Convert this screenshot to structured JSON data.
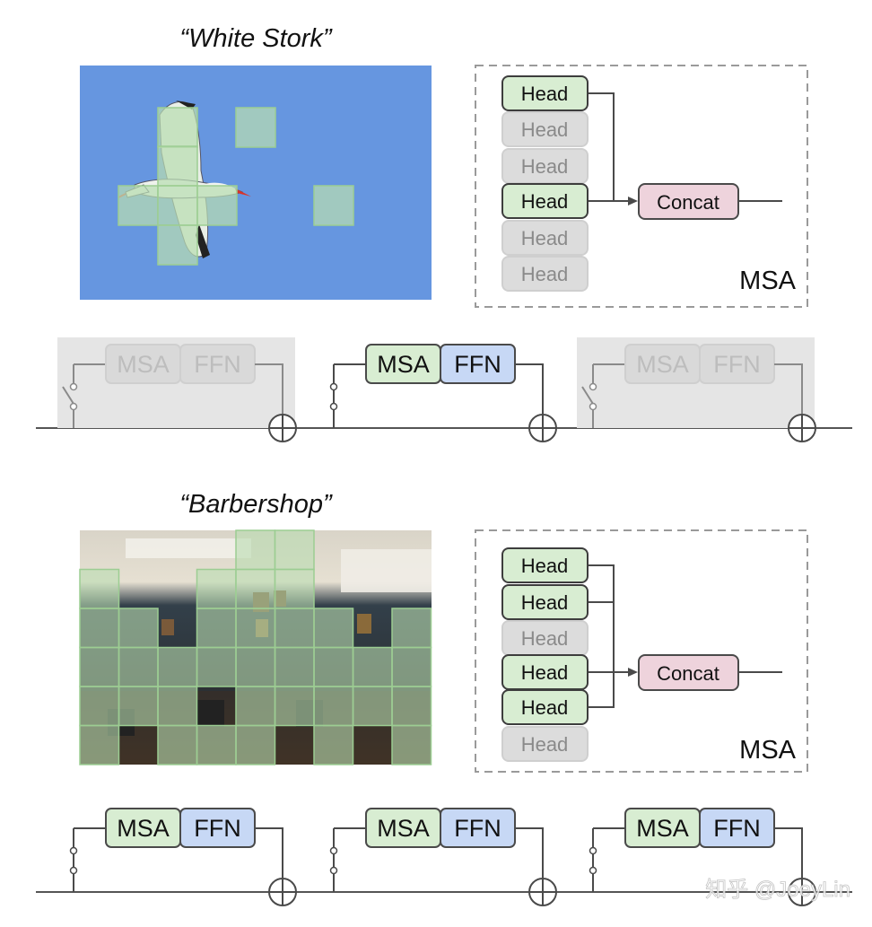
{
  "colors": {
    "head_active_fill": "#d8edd2",
    "head_active_stroke": "#3d3d3d",
    "head_inactive_fill": "#dcdcdc",
    "head_inactive_stroke": "#cfcfcf",
    "head_inactive_text": "#8a8a8a",
    "concat_fill": "#eed3dc",
    "msa_fill": "#d8edd2",
    "ffn_fill": "#c7d8f5",
    "skipped_block_bg": "#e5e5e5",
    "sky": "#6696e0",
    "patch_fill": "#b9dcb1",
    "patch_stroke": "#9ccd92"
  },
  "top": {
    "caption": "“White Stork”",
    "msa_panel": {
      "label": "MSA",
      "concat_label": "Concat",
      "heads": [
        {
          "label": "Head",
          "active": true
        },
        {
          "label": "Head",
          "active": false
        },
        {
          "label": "Head",
          "active": false
        },
        {
          "label": "Head",
          "active": true
        },
        {
          "label": "Head",
          "active": false
        },
        {
          "label": "Head",
          "active": false
        }
      ]
    },
    "blocks": [
      {
        "msa_label": "MSA",
        "ffn_label": "FFN",
        "skipped": true
      },
      {
        "msa_label": "MSA",
        "ffn_label": "FFN",
        "skipped": false
      },
      {
        "msa_label": "MSA",
        "ffn_label": "FFN",
        "skipped": true
      }
    ]
  },
  "bottom": {
    "caption": "“Barbershop”",
    "msa_panel": {
      "label": "MSA",
      "concat_label": "Concat",
      "heads": [
        {
          "label": "Head",
          "active": true
        },
        {
          "label": "Head",
          "active": true
        },
        {
          "label": "Head",
          "active": false
        },
        {
          "label": "Head",
          "active": true
        },
        {
          "label": "Head",
          "active": true
        },
        {
          "label": "Head",
          "active": false
        }
      ]
    },
    "blocks": [
      {
        "msa_label": "MSA",
        "ffn_label": "FFN",
        "skipped": false
      },
      {
        "msa_label": "MSA",
        "ffn_label": "FFN",
        "skipped": false
      },
      {
        "msa_label": "MSA",
        "ffn_label": "FFN",
        "skipped": false
      }
    ]
  },
  "watermark": "知乎 @JoeyLin"
}
